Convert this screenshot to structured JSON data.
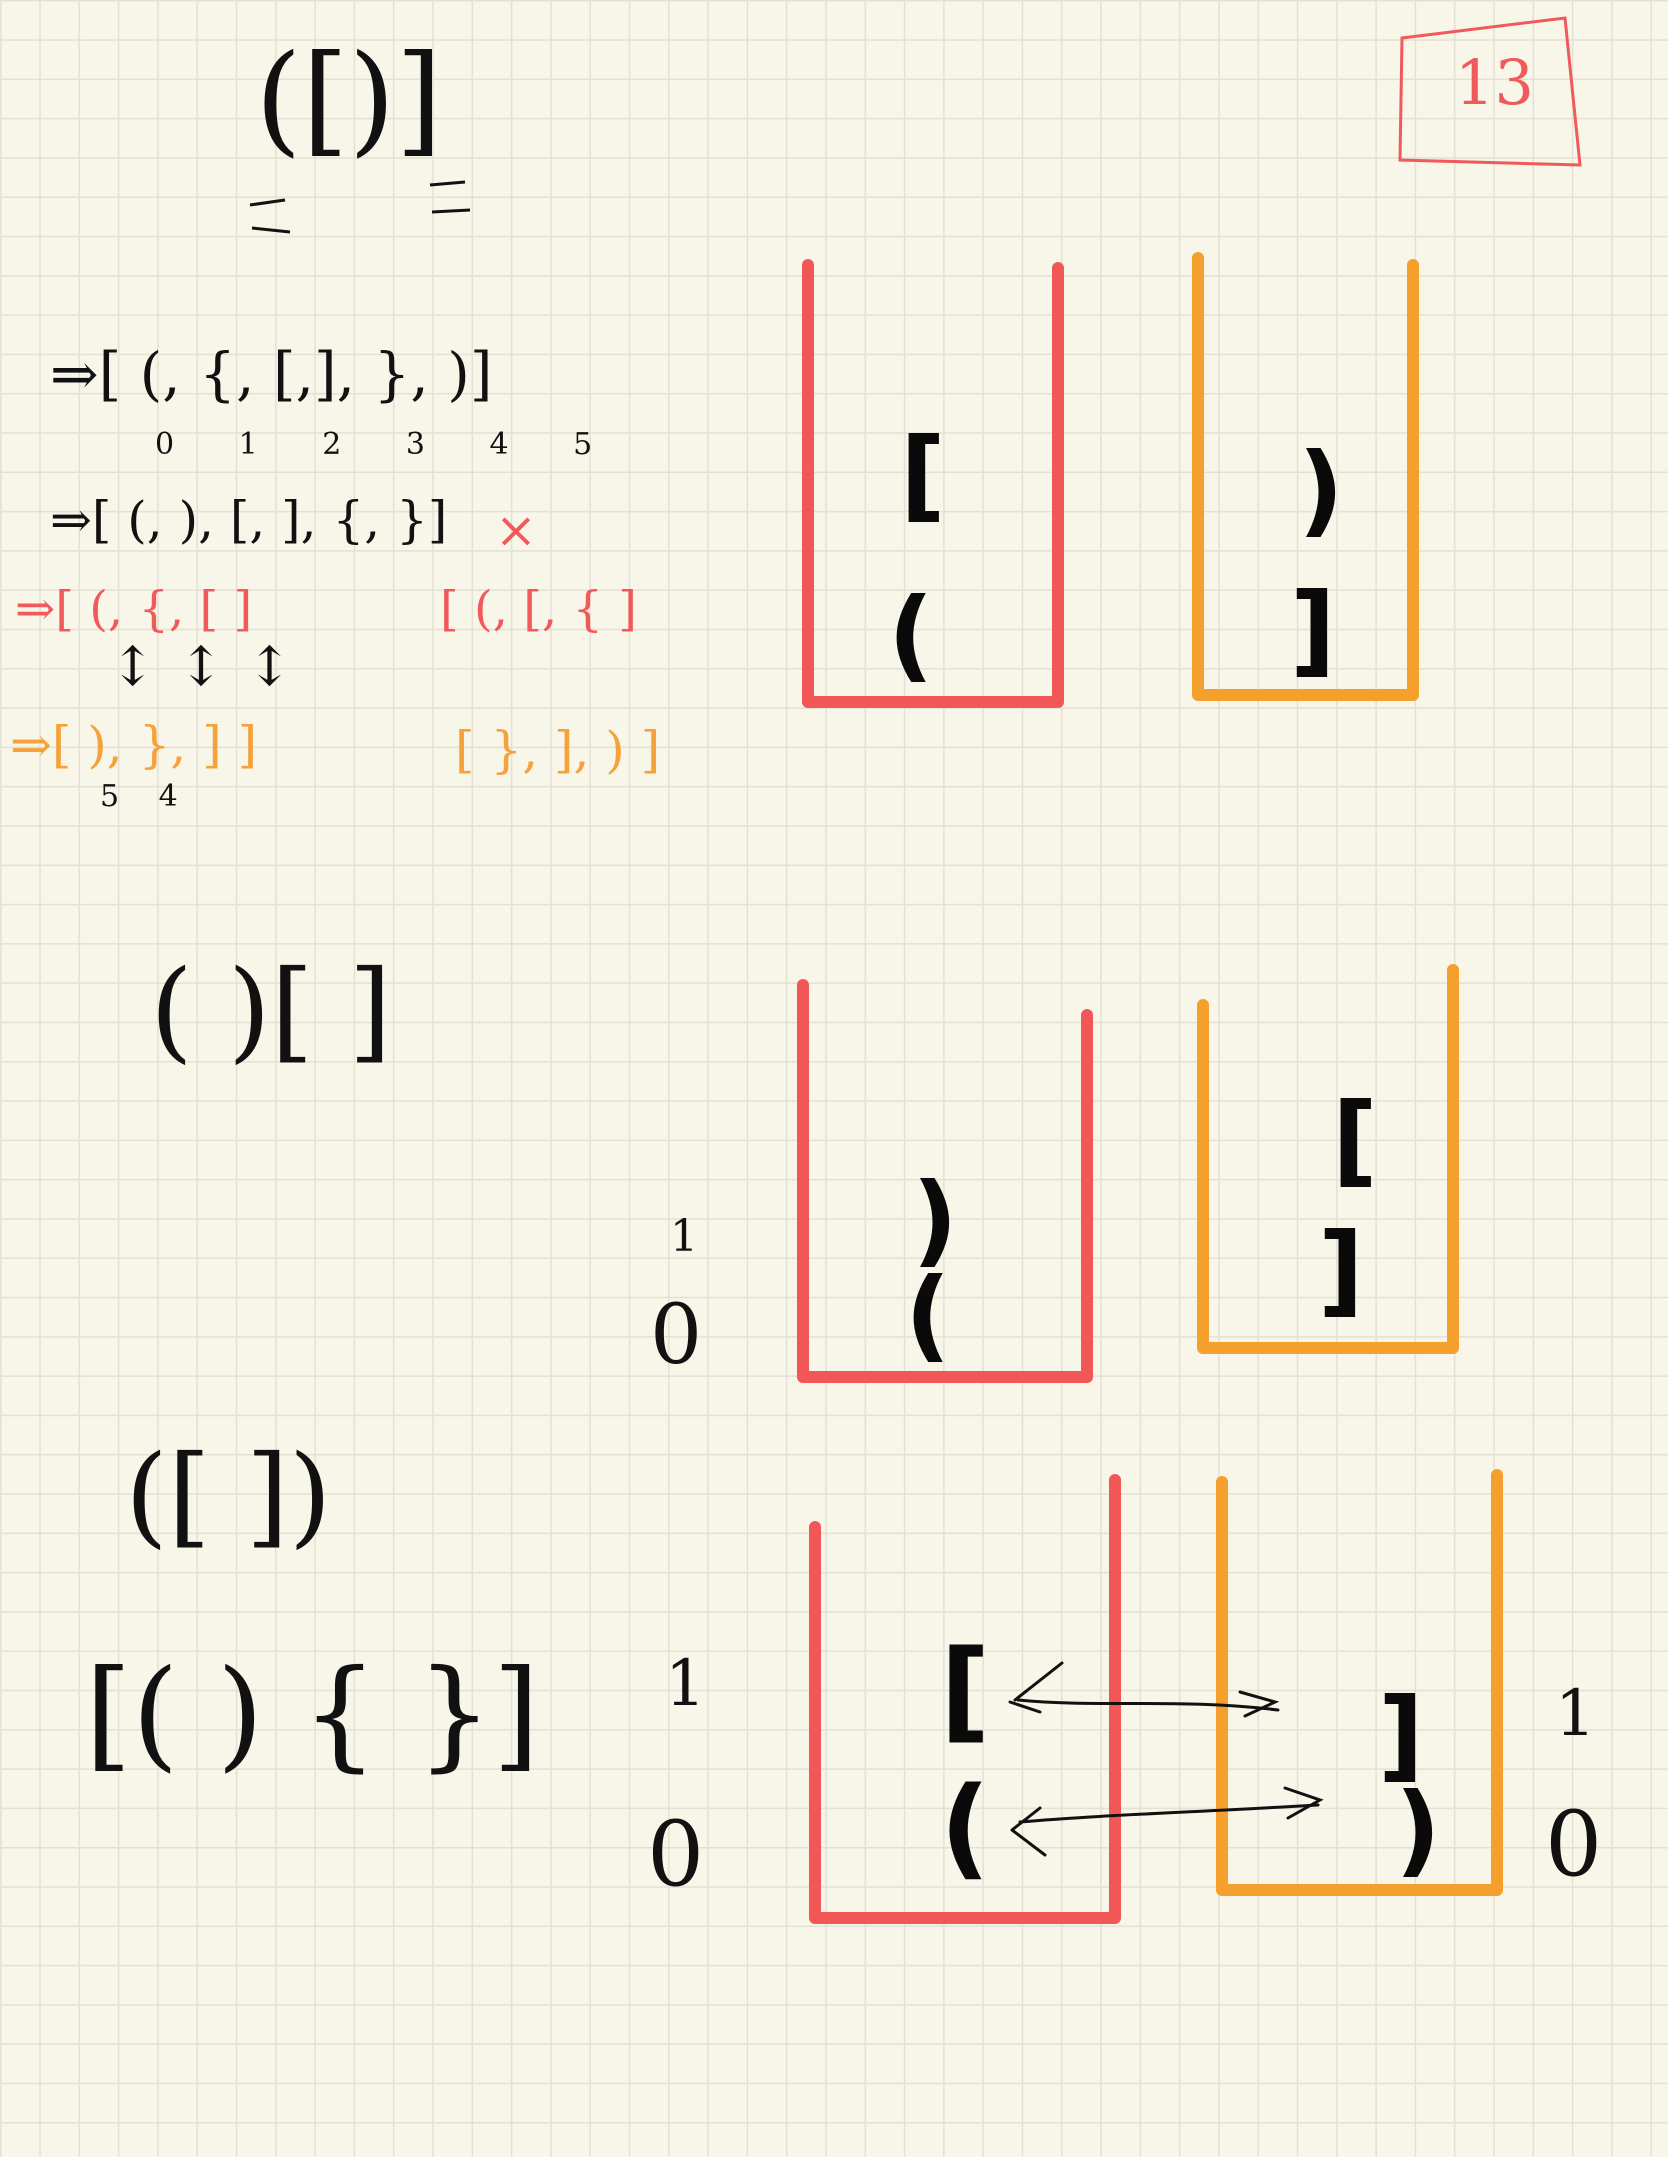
{
  "page_number": "13",
  "colors": {
    "red": "#f25757",
    "orange": "#f5a02c",
    "ink": "#0a0a0a"
  },
  "notes": {
    "top_expr": "([)]",
    "seq_line1": "⇒[ (, {, [,], }, )]",
    "seq_indices": "0 1 2 3 4 5",
    "seq_line2": "⇒[ (, ), [, ], {, }]",
    "cross_mark": "×",
    "open_list_a": "⇒[ (, {, [ ]",
    "open_list_b": "[ (, [, { ]",
    "arrows": "↕ ↕ ↕",
    "close_list_a": "⇒[ ), }, ] ]",
    "close_list_b": "[ }, ], ) ]",
    "close_indices": "5 4",
    "mid_expr": "( )[ ]",
    "bottom_expr1": "([ ])",
    "bottom_expr2": "[( ) { }]"
  },
  "diagram": {
    "stack1": {
      "open_items": [
        "[",
        "("
      ],
      "close_items": [
        ")",
        "]"
      ]
    },
    "stack2": {
      "counter_mark": "1",
      "counter_value": "0",
      "open_items": [
        ")",
        "("
      ],
      "close_items": [
        "[",
        "]"
      ]
    },
    "stack3": {
      "counter_mark_left": "1",
      "counter_value_left": "0",
      "open_items": [
        "[",
        "("
      ],
      "close_items": [
        "]",
        ")"
      ],
      "counter_mark_right": "1",
      "counter_value_right": "0"
    }
  }
}
